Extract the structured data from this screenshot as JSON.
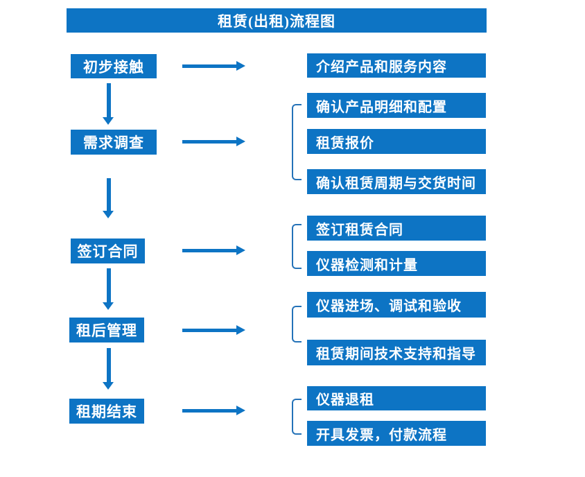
{
  "title": "租赁(出租)流程图",
  "colors": {
    "primary_blue": "#0d74c4",
    "bracket_blue": "#2472b8",
    "text_white": "#ffffff",
    "background": "#ffffff"
  },
  "flow": {
    "steps": [
      {
        "label": "初步接触",
        "outputs": [
          "介绍产品和服务内容"
        ]
      },
      {
        "label": "需求调查",
        "outputs": [
          "确认产品明细和配置",
          "租赁报价",
          "确认租赁周期与交货时间"
        ]
      },
      {
        "label": "签订合同",
        "outputs": [
          "签订租赁合同",
          "仪器检测和计量"
        ]
      },
      {
        "label": "租后管理",
        "outputs": [
          "仪器进场、调试和验收",
          "租赁期间技术支持和指导"
        ]
      },
      {
        "label": "租期结束",
        "outputs": [
          "仪器退租",
          "开具发票，付款流程"
        ]
      }
    ]
  }
}
